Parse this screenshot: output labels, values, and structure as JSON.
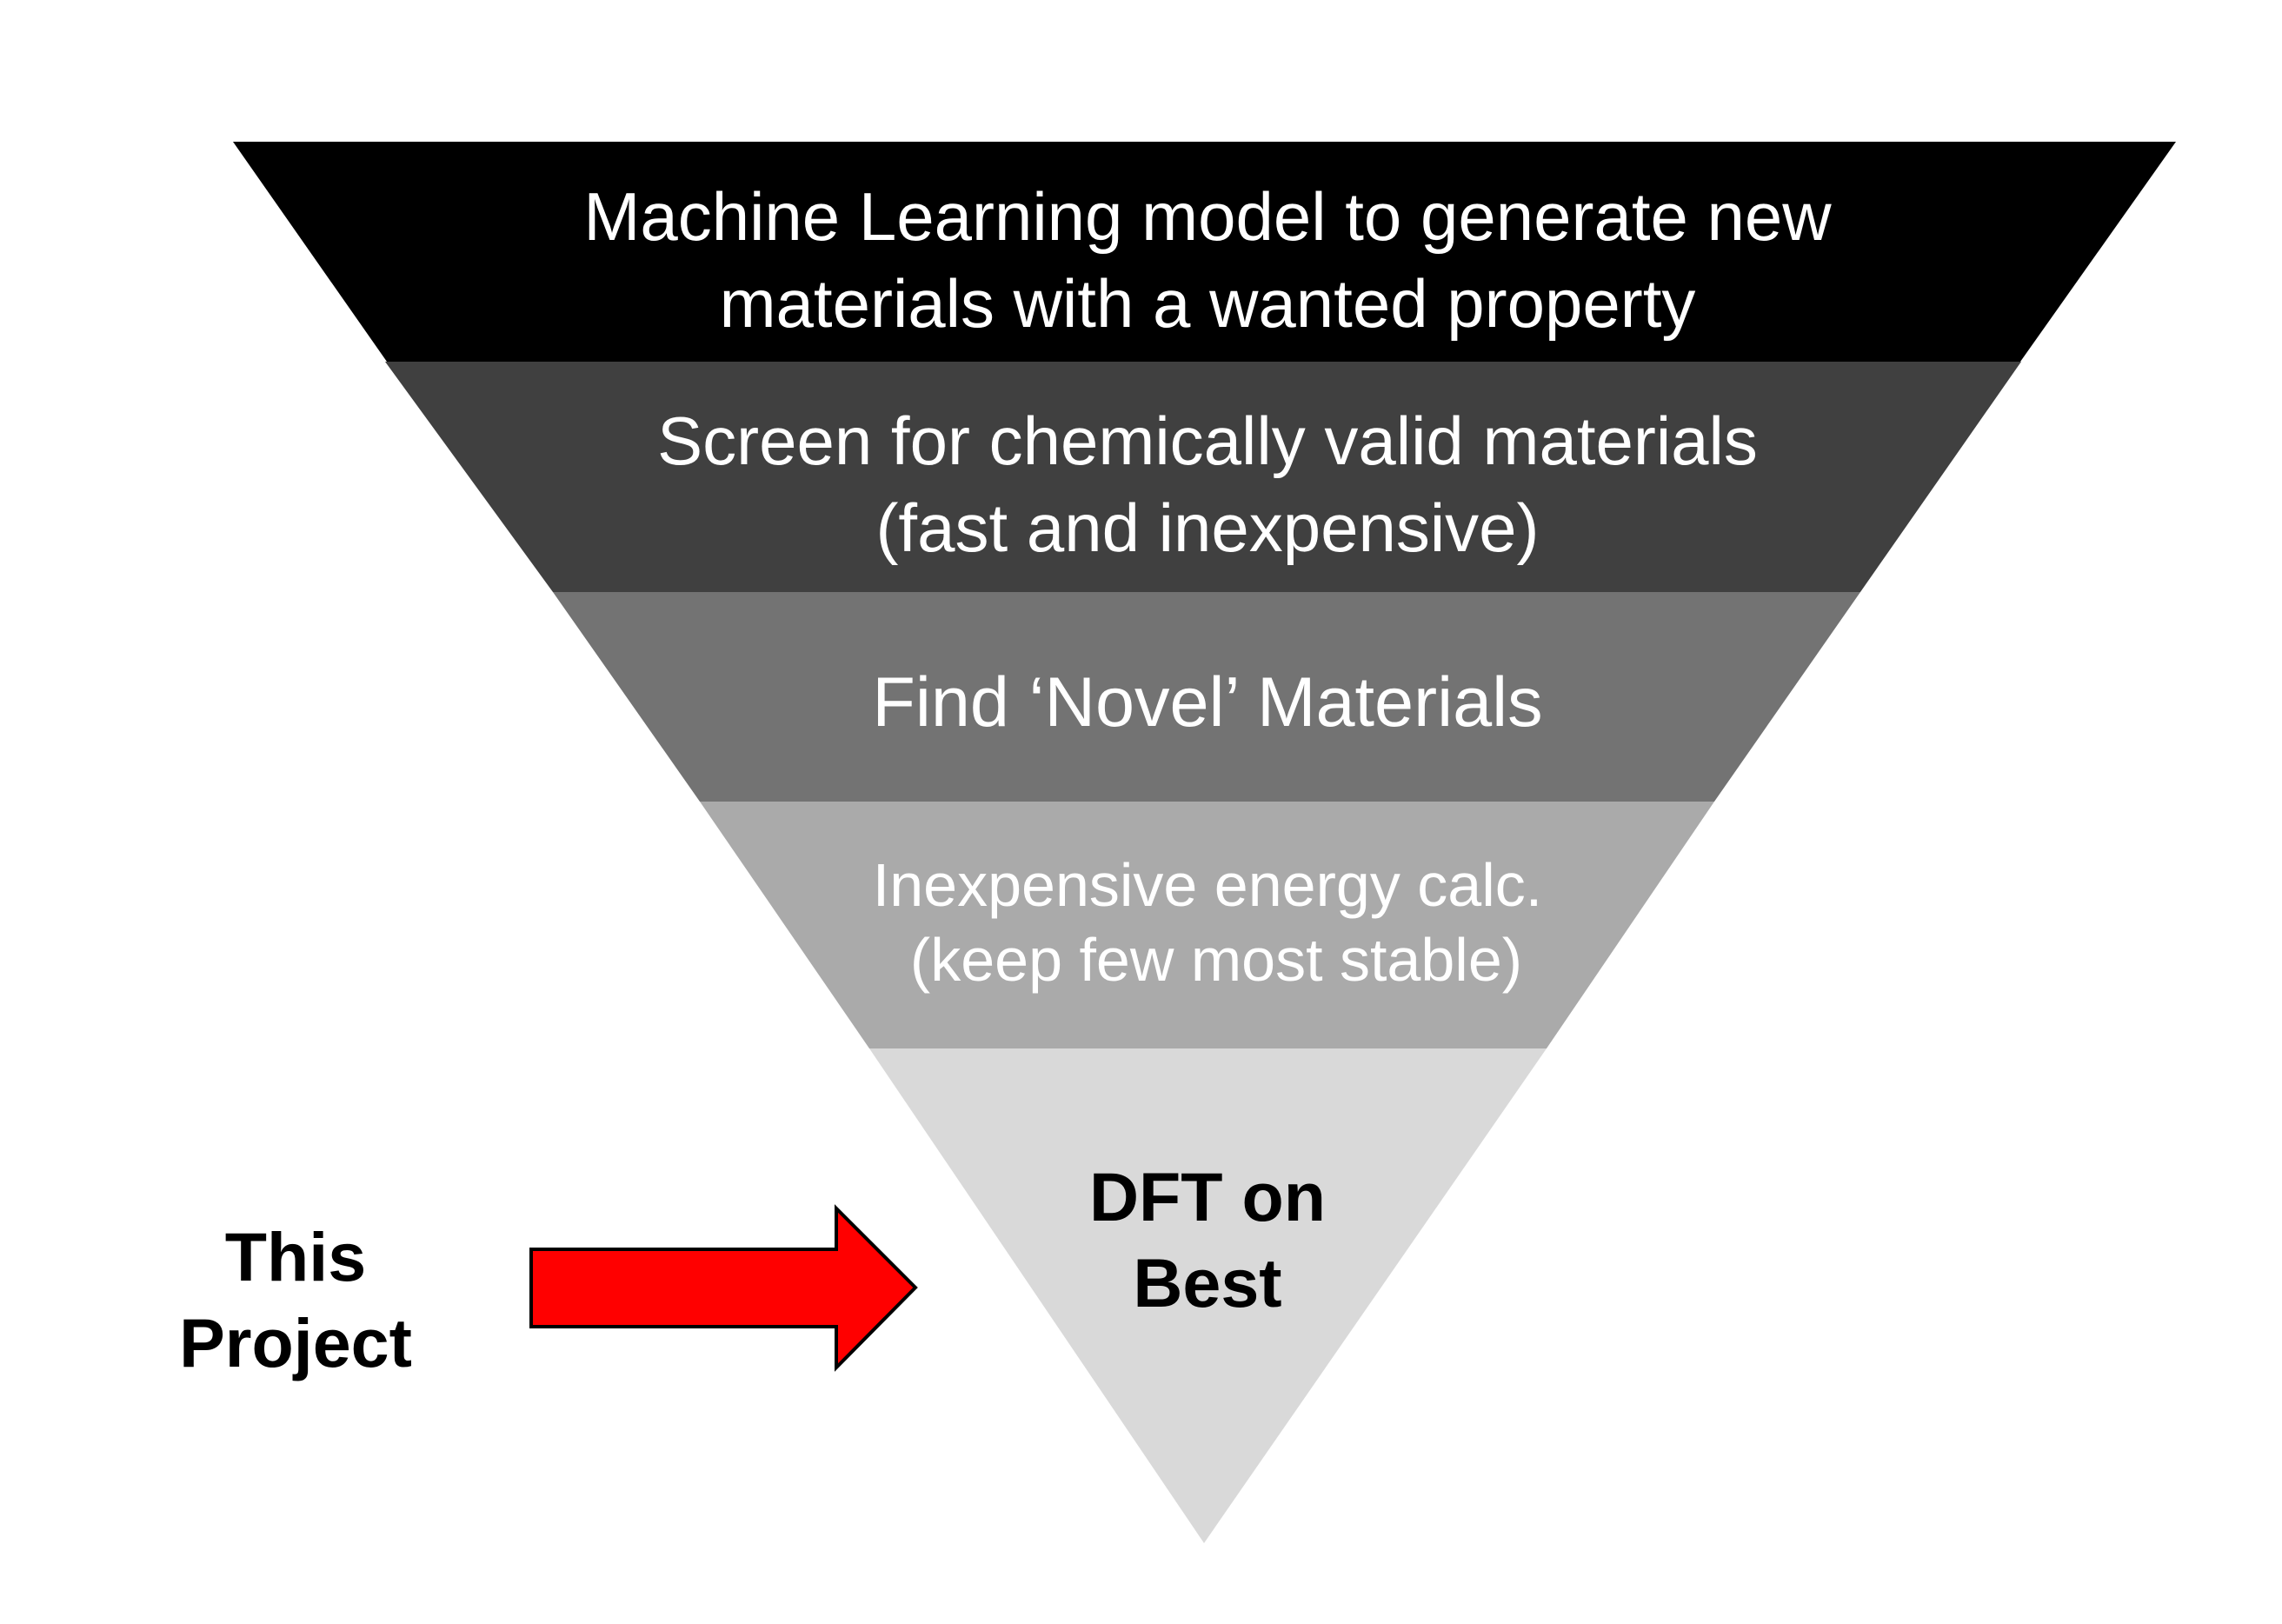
{
  "funnel": {
    "levels": [
      {
        "lines": [
          "Machine Learning model to generate new",
          "materials with a wanted property"
        ],
        "fill": "#000000",
        "text_color": "#ffffff"
      },
      {
        "lines": [
          "Screen for chemically valid materials",
          "(fast and inexpensive)"
        ],
        "fill": "#404040",
        "text_color": "#ffffff"
      },
      {
        "lines": [
          "Find ‘Novel’ Materials"
        ],
        "fill": "#737373",
        "text_color": "#ffffff"
      },
      {
        "lines": [
          "Inexpensive energy calc.",
          "(keep few most stable)"
        ],
        "fill": "#aaaaaa",
        "text_color": "#ffffff"
      },
      {
        "lines": [
          "DFT on",
          "Best"
        ],
        "fill": "#d9d9d9",
        "text_color": "#000000"
      }
    ]
  },
  "callout": {
    "lines": [
      "This",
      "Project"
    ],
    "arrow_color": "#ff0000"
  }
}
